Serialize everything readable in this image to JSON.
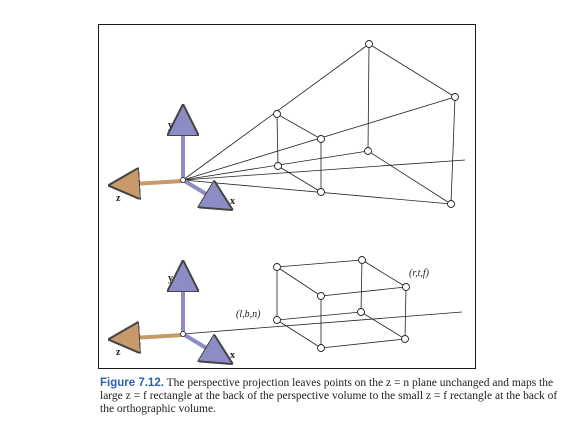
{
  "top_diagram": {
    "axes": {
      "y": "y",
      "z": "z",
      "x": "x"
    }
  },
  "bottom_diagram": {
    "axes": {
      "y": "y",
      "z": "z",
      "x": "x"
    },
    "near_corner_label": "(l,b,n)",
    "far_corner_label": "(r,t,f)"
  },
  "caption": {
    "number": "Figure 7.12.",
    "text": "The perspective projection leaves points on the z = n plane unchanged and maps the large z = f rectangle at the back of the perspective volume to the small z = f rectangle at the back of the orthographic volume."
  },
  "colors": {
    "axis_z": "#c89a6a",
    "axis_y": "#8e8cc4",
    "axis_x": "#8e8cc4",
    "frame": "#1a1a1a",
    "caption_number": "#2a63a8"
  }
}
